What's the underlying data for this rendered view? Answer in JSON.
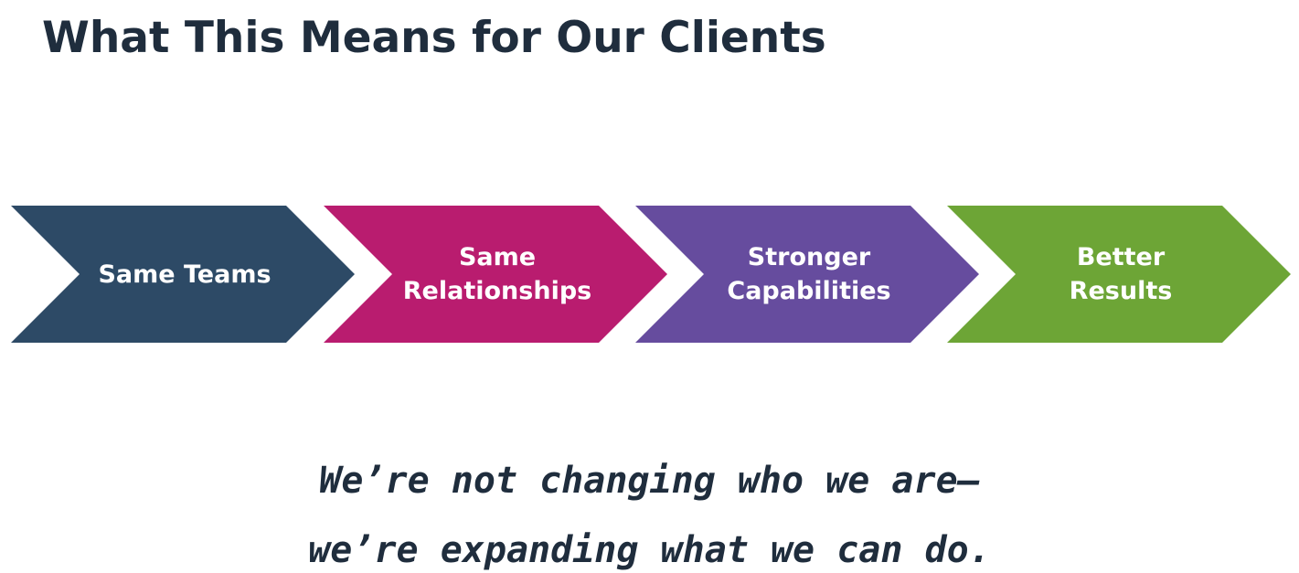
{
  "title": "What This Means for Our Clients",
  "steps": [
    {
      "lines": [
        "Same Teams"
      ],
      "color": "#2d4a66"
    },
    {
      "lines": [
        "Same",
        "Relationships"
      ],
      "color": "#b91c6f"
    },
    {
      "lines": [
        "Stronger",
        "Capabilities"
      ],
      "color": "#664c9e"
    },
    {
      "lines": [
        "Better",
        "Results"
      ],
      "color": "#6da536"
    }
  ],
  "tagline": {
    "line1": "We’re not changing who we are—",
    "line2": "we’re expanding what we can do."
  }
}
